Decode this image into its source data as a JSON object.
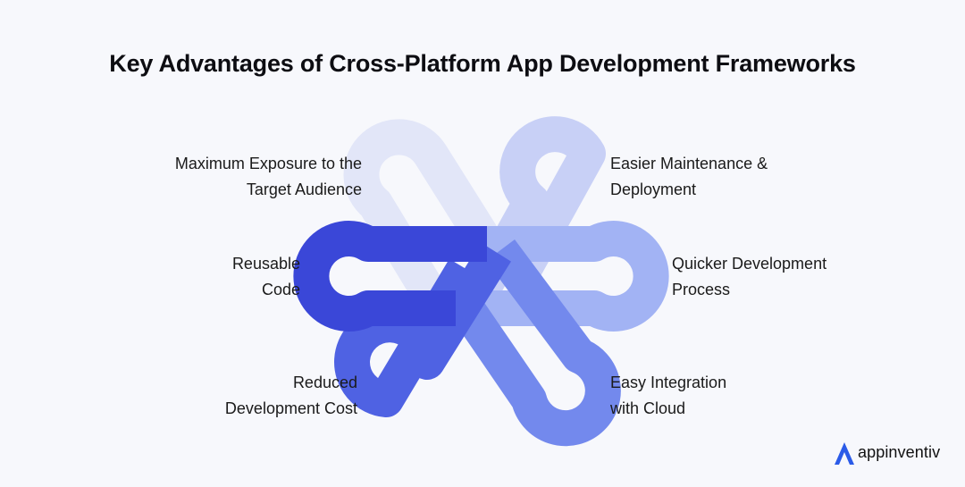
{
  "title": "Key Advantages of Cross-Platform App Development Frameworks",
  "advantages": [
    {
      "line1": "Maximum Exposure to the",
      "line2": "Target Audience",
      "color": "#e2e6f8"
    },
    {
      "line1": "Easier Maintenance &",
      "line2": "Deployment",
      "color": "#c8d0f6"
    },
    {
      "line1": "Reusable",
      "line2": "Code",
      "color": "#3a47d8"
    },
    {
      "line1": "Quicker Development",
      "line2": "Process",
      "color": "#a2b3f4"
    },
    {
      "line1": "Reduced",
      "line2": "Development Cost",
      "color": "#4f62e3"
    },
    {
      "line1": "Easy Integration",
      "line2": "with Cloud",
      "color": "#7389ed"
    }
  ],
  "logo": {
    "text": "appinventiv",
    "icon": "appinventiv-a-icon",
    "color": "#2b5be8"
  }
}
